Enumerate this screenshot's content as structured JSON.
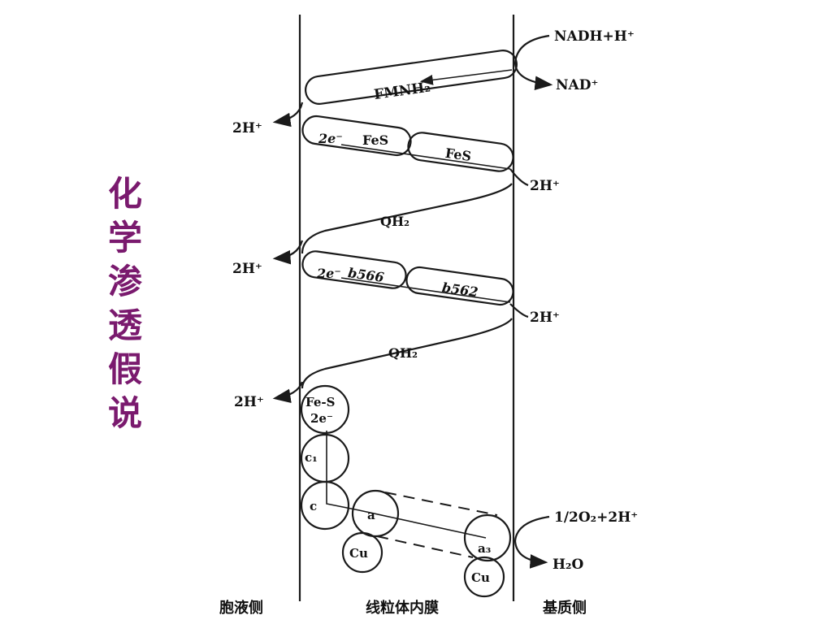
{
  "title": "化学渗透假说",
  "labels": {
    "nadh": "NADH+H⁺",
    "nad": "NAD⁺",
    "fmnh2": "FMNH₂",
    "h2_1": "2H⁺",
    "e1": "2e⁻",
    "fes1": "FeS",
    "fes2": "FeS",
    "h2_2": "2H⁺",
    "qh2_1": "QH₂",
    "h2_3": "2H⁺",
    "e2": "2e⁻",
    "b566": "b566",
    "b562": "b562",
    "h2_4": "2H⁺",
    "qh2_2": "QH₂",
    "h2_5": "2H⁺",
    "fes3": "Fe-S",
    "e3": "2e⁻",
    "c1": "c₁",
    "c": "c",
    "a": "a",
    "a3": "a₃",
    "cu1": "Cu",
    "cu2": "Cu",
    "o2": "1/2O₂+2H⁺",
    "h2o": "H₂O"
  },
  "bottom": {
    "left": "胞液侧",
    "middle": "线粒体内膜",
    "right": "基质侧"
  }
}
